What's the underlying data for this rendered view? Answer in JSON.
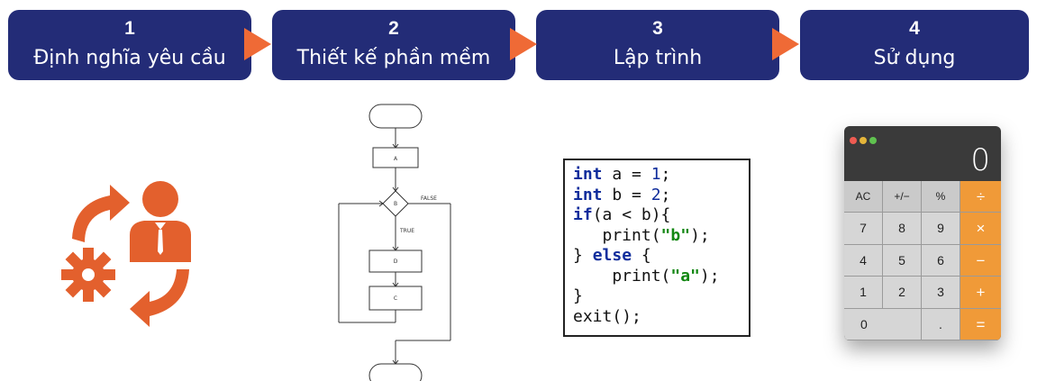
{
  "steps": [
    {
      "number": "1",
      "label": "Định nghĩa yêu cầu"
    },
    {
      "number": "2",
      "label": "Thiết kế phần mềm"
    },
    {
      "number": "3",
      "label": "Lập trình"
    },
    {
      "number": "4",
      "label": "Sử dụng"
    }
  ],
  "colors": {
    "step_bg": "#232c77",
    "arrow": "#ef6a36",
    "icon": "#e3602d",
    "calc_op": "#f09a38"
  },
  "flowchart": {
    "box_a": "A",
    "diamond_b": "B",
    "box_d": "D",
    "box_c": "C",
    "label_false": "FALSE",
    "label_true": "TRUE"
  },
  "code": {
    "lines": [
      "int a = 1;",
      "int b = 2;",
      "if(a < b){",
      "   print(\"b\");",
      "} else {",
      "    print(\"a\");",
      "}",
      "exit();"
    ]
  },
  "calculator": {
    "display": "0",
    "keys": [
      [
        "AC",
        "+/−",
        "%",
        "÷"
      ],
      [
        "7",
        "8",
        "9",
        "×"
      ],
      [
        "4",
        "5",
        "6",
        "−"
      ],
      [
        "1",
        "2",
        "3",
        "+"
      ],
      [
        "0",
        ".",
        "="
      ]
    ]
  },
  "icons": [
    "refresh-arrows-icon",
    "user-icon",
    "gear-icon"
  ]
}
